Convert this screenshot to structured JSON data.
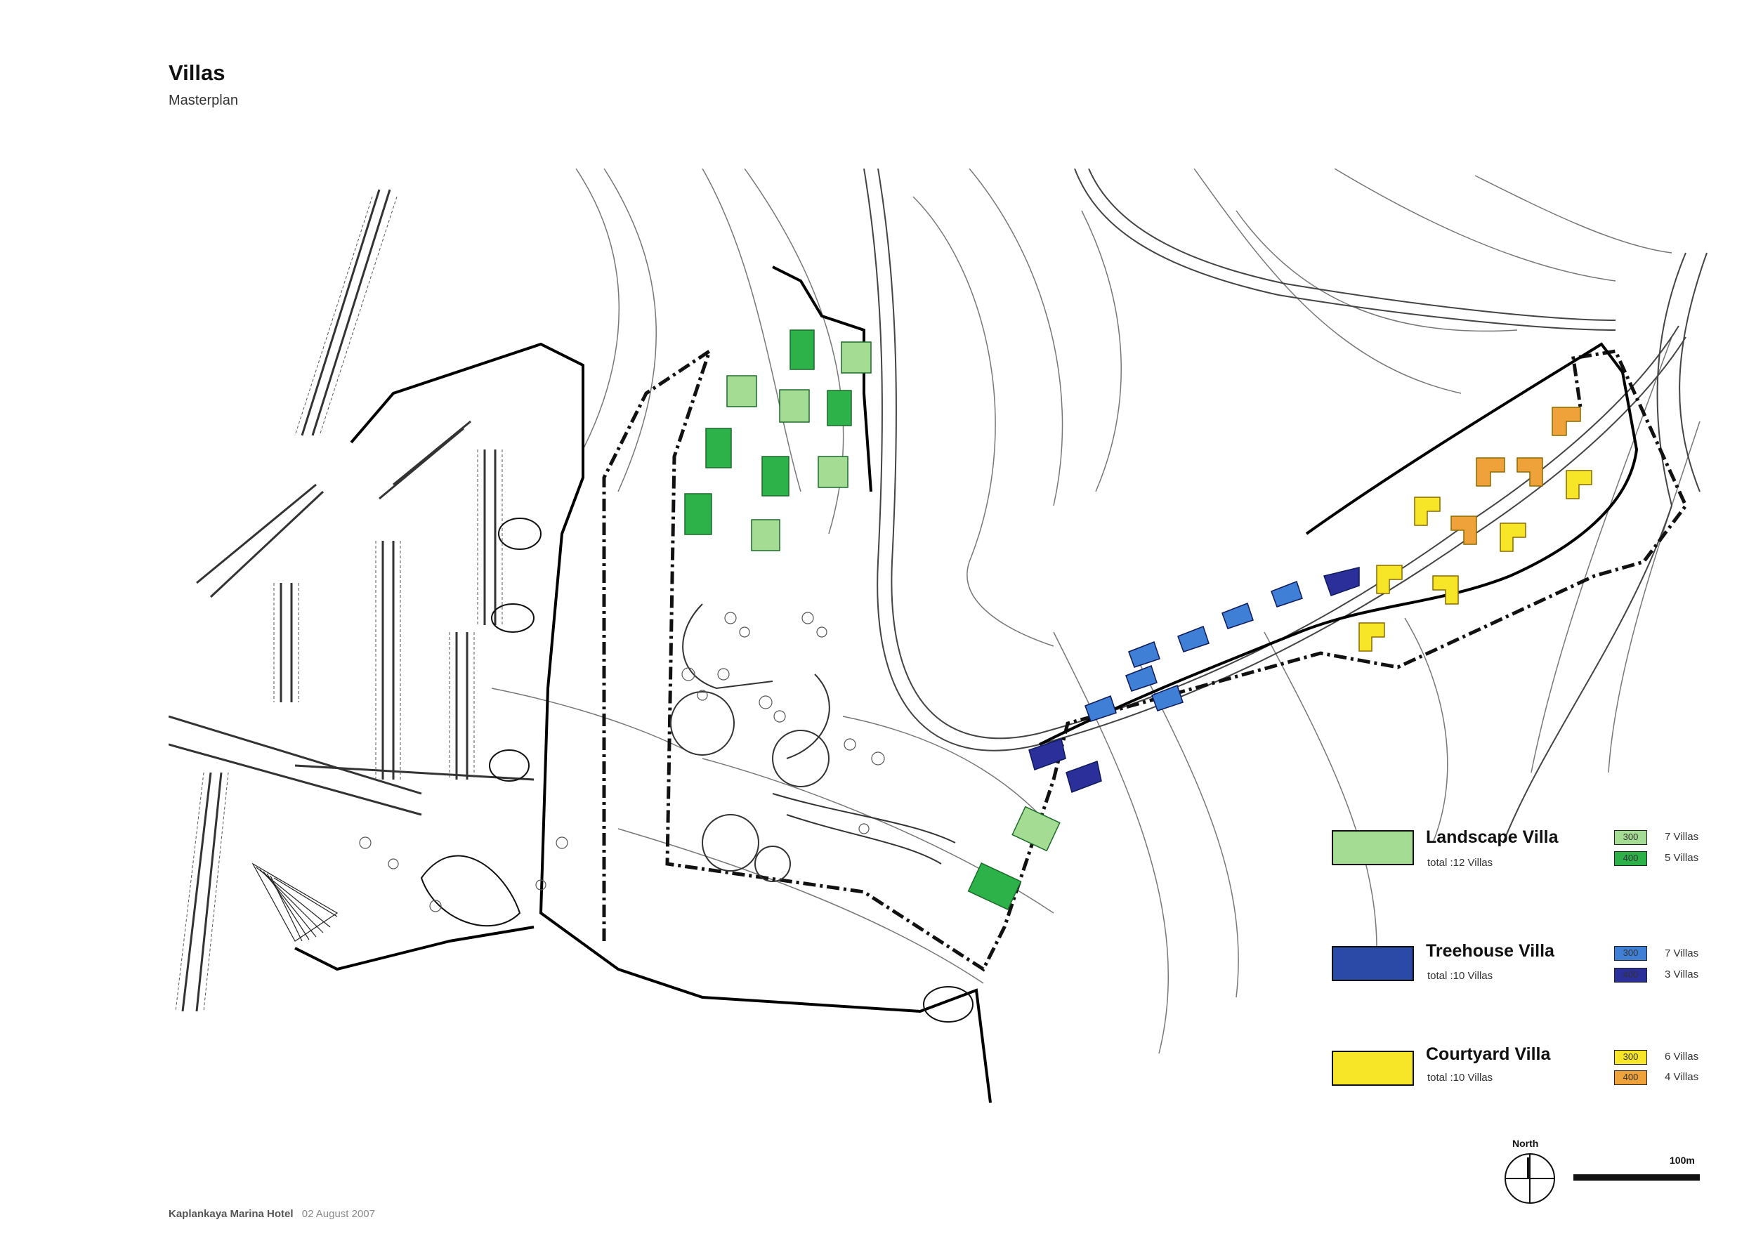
{
  "header": {
    "title": "Villas",
    "subtitle": "Masterplan"
  },
  "colors": {
    "landscape_300": "#a5dc94",
    "landscape_400": "#2db24a",
    "treehouse_300": "#3f7fd6",
    "treehouse_400": "#2b2f9a",
    "courtyard_300": "#f6e627",
    "courtyard_400": "#f0a23a",
    "landscape_swatch": "#a5dc94",
    "treehouse_swatch": "#2b4aa8",
    "courtyard_swatch": "#f6e627"
  },
  "legend": [
    {
      "name": "Landscape Villa",
      "total": "total :12 Villas",
      "types": [
        {
          "size": "300",
          "count": "7 Villas"
        },
        {
          "size": "400",
          "count": "5 Villas"
        }
      ]
    },
    {
      "name": "Treehouse Villa",
      "total": "total :10 Villas",
      "types": [
        {
          "size": "300",
          "count": "7 Villas"
        },
        {
          "size": "400",
          "count": "3 Villas"
        }
      ]
    },
    {
      "name": "Courtyard Villa",
      "total": "total :10 Villas",
      "types": [
        {
          "size": "300",
          "count": "6 Villas"
        },
        {
          "size": "400",
          "count": "4 Villas"
        }
      ]
    }
  ],
  "compass": {
    "label": "North"
  },
  "scale": {
    "label": "100m"
  },
  "footer": {
    "project": "Kaplankaya Marina Hotel",
    "date": "02 August 2007"
  }
}
